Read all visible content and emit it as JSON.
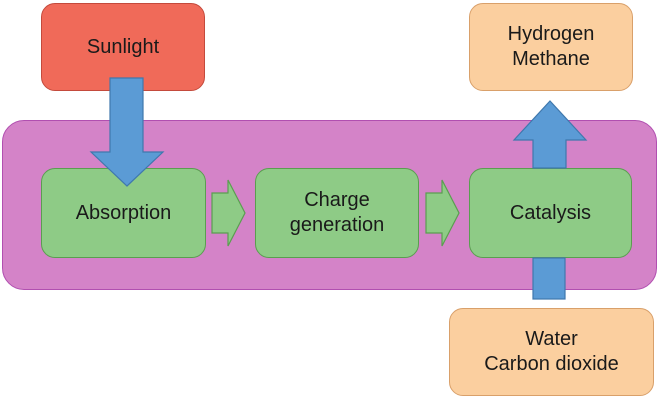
{
  "diagram": {
    "input": {
      "label": "Sunlight",
      "color": "#f06a59"
    },
    "steps": [
      {
        "label": "Absorption"
      },
      {
        "label": "Charge\ngeneration"
      },
      {
        "label": "Catalysis"
      }
    ],
    "reactants": {
      "label": "Water\nCarbon dioxide"
    },
    "products": {
      "label": "Hydrogen\nMethane"
    },
    "colors": {
      "container": "#d483c8",
      "step": "#8ecb86",
      "io": "#fbcf9f",
      "big_arrow": "#5b9bd5",
      "small_arrow": "#8ecb86"
    }
  }
}
